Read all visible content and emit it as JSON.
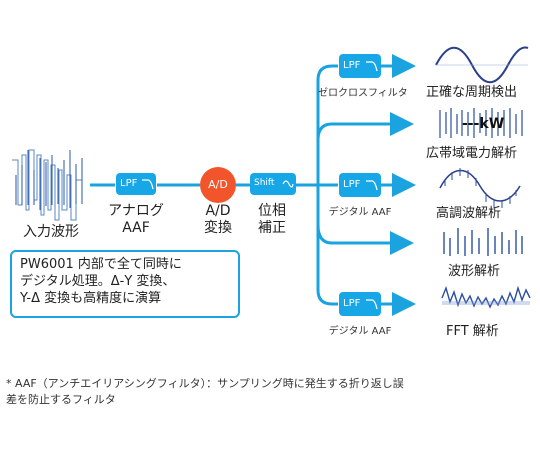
{
  "input": {
    "label": "入力波形"
  },
  "aaf_block": {
    "label_line1": "アナログ",
    "label_line2": "AAF",
    "box_text": "LPF"
  },
  "ad_block": {
    "box_text": "A/D",
    "label_line1": "A/D",
    "label_line2": "変換"
  },
  "shift_block": {
    "box_text": "Shift",
    "label_line1": "位相",
    "label_line2": "補正"
  },
  "note": {
    "line1": "PW6001 内部で全て同時に",
    "line2": "デジタル処理。Δ-Y 変換、",
    "line3": "Y-Δ 変換も高精度に演算"
  },
  "branches": [
    {
      "filter_box": "LPF",
      "filter_label": "ゼロクロスフィルタ",
      "output": "正確な周期検出"
    },
    {
      "overlay": "---kW",
      "output": "広帯域電力解析"
    },
    {
      "filter_box": "LPF",
      "filter_label": "デジタル AAF",
      "output": "高調波解析"
    },
    {
      "output": "波形解析"
    },
    {
      "filter_box": "LPF",
      "filter_label": "デジタル AAF",
      "output": "FFT 解析"
    }
  ],
  "footnote": {
    "line1": "* AAF（アンチエイリアシングフィルタ）：サンプリング時に発生する折り返し誤",
    "line2": "差を防止するフィルタ"
  },
  "colors": {
    "accent": "#17a7e6",
    "ad_orange": "#f2552c",
    "wave_blue": "#2b4fa3"
  }
}
